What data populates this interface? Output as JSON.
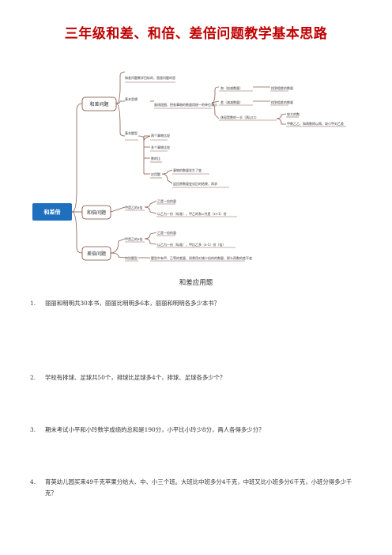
{
  "title": "三年级和差、和倍、差倍问题教学基本思路",
  "mindmap": {
    "root": "和差倍",
    "branches": [
      {
        "label": "和差问题",
        "items": [
          "和差问题教学目标的、直接问题的思",
          "基本思想",
          "画线段图、把各事物的数量用统一的单位表示",
          "和（加减数量）",
          "差（减减数量）",
          "找到相差的数量",
          "体现是数的一半（两以口）",
          "较大的数",
          "较小的数",
          "甲数乙乙、和两数除以两、较小甲对乙差",
          "基本题型",
          "两个事物比较",
          "多个事物比较",
          "数的比",
          "应用题",
          "事物的数量发生了变",
          "返回原数量变化后的结果、再求"
        ]
      },
      {
        "label": "和倍问题",
        "items": [
          "甲是乙的x倍",
          "乙是一倍的量",
          "以乙为一份（标准），甲乙的和=共是（x+1）份"
        ]
      },
      {
        "label": "差倍问题",
        "items": [
          "甲是乙的x倍",
          "乙是一倍的量",
          "以乙为一份（标准），甲比乙多（x-1）份（倍）",
          "特别题型",
          "题型中有甲、乙等的差量、如果用对减少倍的的数量、那么再数的差不变"
        ]
      }
    ]
  },
  "section_title": "和差应用题",
  "questions": [
    {
      "num": "1.",
      "text": "丽丽和明明共30本书，丽丽比明明多6本，丽丽和明明各多少本书？"
    },
    {
      "num": "2.",
      "text": "学校有排球、足球共50个，排球比足球多4个，排球、足球各多少个？"
    },
    {
      "num": "3.",
      "text": "期末考试小平和小玲数学成绩的总和是190分，小平比小玲少8分，两人各得多少分？"
    },
    {
      "num": "4.",
      "text": "育英幼儿园买来49千克苹果分给大、中、小三个班。大班比中班多分4千克，中班又比小班多分6千克，小班分得多少千克？"
    }
  ],
  "colors": {
    "title": "#c00000",
    "root": "#1f6fbf",
    "lines": "#7a4a3a"
  }
}
